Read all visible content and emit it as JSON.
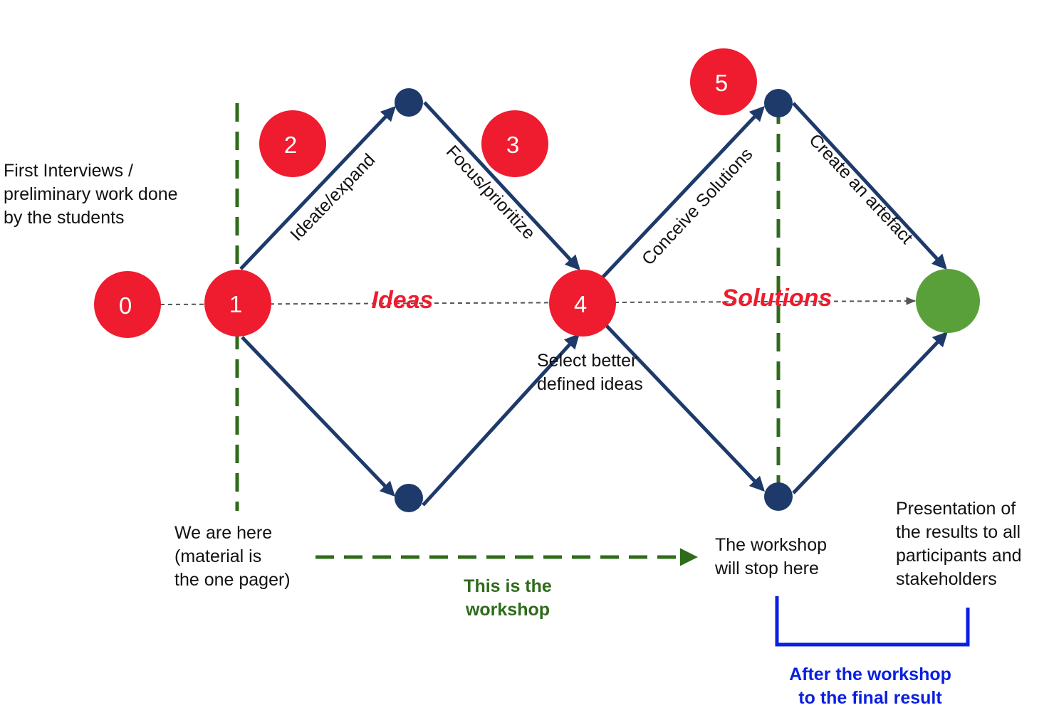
{
  "colors": {
    "navy": "#1d3a6b",
    "red": "#ee1c2e",
    "green_dash": "#2e6b1a",
    "green_node": "#5aa03a",
    "blue": "#0a1fe0",
    "gray_dash": "#555555"
  },
  "nodes": {
    "n0": "0",
    "n1": "1",
    "n2": "2",
    "n3": "3",
    "n4": "4",
    "n5": "5"
  },
  "edges": {
    "ideate": "Ideate/expand",
    "focus": "Focus/prioritize",
    "conceive": "Conceive Solutions",
    "artefact": "Create an artefact"
  },
  "phases": {
    "ideas": "Ideas",
    "solutions": "Solutions"
  },
  "notes": {
    "first_interviews": [
      "First Interviews /",
      "preliminary work done",
      "by the students"
    ],
    "we_are_here": [
      "We are here",
      "(material is",
      "the one pager)"
    ],
    "select_better": [
      "Select better",
      "defined ideas"
    ],
    "workshop_stop": [
      "The workshop",
      "will stop here"
    ],
    "presentation": [
      "Presentation of",
      "the results to all",
      "participants and",
      "stakeholders"
    ],
    "this_workshop": [
      "This is the",
      "workshop"
    ],
    "after_workshop": [
      "After the workshop",
      "to the final result"
    ]
  }
}
